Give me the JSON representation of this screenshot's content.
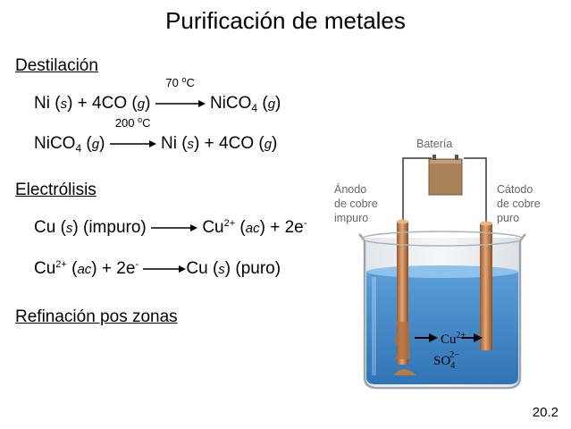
{
  "title": "Purificación de metales",
  "sections": {
    "destilacion": "Destilación",
    "electrolisis": "Electrólisis",
    "refinacion": "Refinación pos zonas"
  },
  "equations": {
    "eq1": {
      "lhs_pre": "Ni (",
      "lhs_s": "s",
      "lhs_mid": ") + 4CO (",
      "lhs_g": "g",
      "lhs_post": ")",
      "cond_num": "70",
      "cond_deg": "o",
      "cond_unit": "C",
      "rhs_pre": "NiCO",
      "rhs_sub": "4",
      "rhs_mid": " (",
      "rhs_g": "g",
      "rhs_post": ")"
    },
    "eq2": {
      "lhs_pre": "NiCO",
      "lhs_sub": "4",
      "lhs_mid": " (",
      "lhs_g": "g",
      "lhs_post": ")",
      "cond_num": "200",
      "cond_deg": "o",
      "cond_unit": "C",
      "rhs_pre": "Ni (",
      "rhs_s": "s",
      "rhs_mid": ") + 4CO (",
      "rhs_g": "g",
      "rhs_post": ")"
    },
    "eq3": {
      "lhs_pre": "Cu (",
      "lhs_s": "s",
      "lhs_post": ") (impuro)",
      "rhs_pre": "Cu",
      "rhs_sup": "2+",
      "rhs_mid": " (",
      "rhs_ac": "ac",
      "rhs_post": ") + 2e",
      "rhs_sup2": "-"
    },
    "eq4": {
      "lhs_pre": "Cu",
      "lhs_sup": "2+",
      "lhs_mid": " (",
      "lhs_ac": "ac",
      "lhs_post": ") + 2e",
      "lhs_sup2": "-",
      "rhs_pre": "Cu (",
      "rhs_s": "s",
      "rhs_post": ") (puro)"
    }
  },
  "diagram": {
    "battery_label": "Batería",
    "anode_label": [
      "Ánodo",
      "de cobre",
      "impuro"
    ],
    "cathode_label": [
      "Cátodo",
      "de cobre",
      "puro"
    ],
    "ion_cu": "Cu",
    "ion_cu_charge": "2+",
    "ion_so4": "SO",
    "ion_so4_sub": "4",
    "ion_so4_charge": "2−",
    "colors": {
      "solution": "#3e86c4",
      "copper": "#c9824a",
      "battery": "#a98259"
    }
  },
  "page_number": "20.2"
}
